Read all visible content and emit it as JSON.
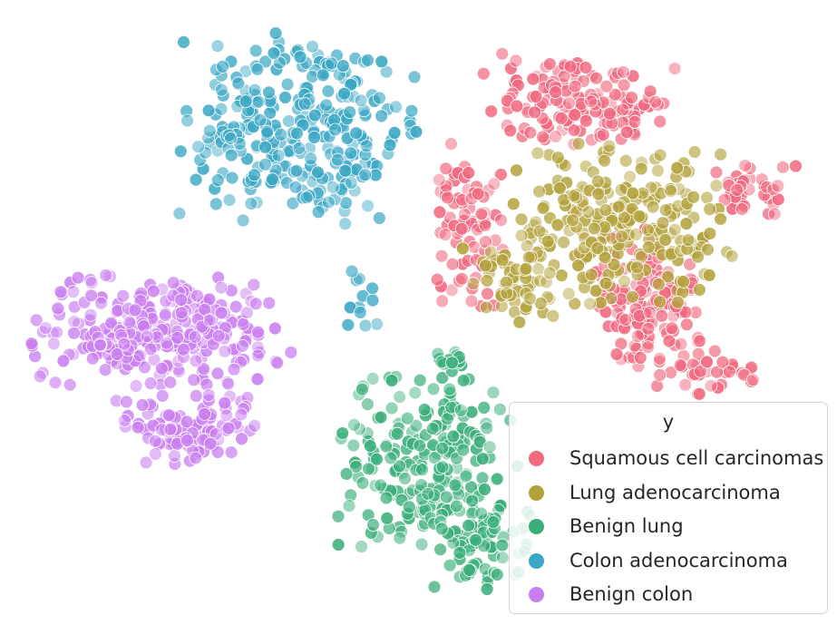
{
  "chart_data": {
    "type": "scatter",
    "title": "",
    "xlabel": "",
    "ylabel": "",
    "axes_visible": false,
    "grid": false,
    "legend": {
      "title": "y",
      "placement": "bottom-right"
    },
    "series": [
      {
        "name": "Squamous cell carcinomas",
        "color": "#f0697f",
        "clusters": [
          {
            "center": [
              640,
              110
            ],
            "spread": [
              95,
              45
            ],
            "count": 150
          },
          {
            "center": [
              515,
              250
            ],
            "spread": [
              35,
              80
            ],
            "count": 80
          },
          {
            "center": [
              710,
              330
            ],
            "spread": [
              55,
              70
            ],
            "count": 140
          },
          {
            "center": [
              830,
              210
            ],
            "spread": [
              45,
              25
            ],
            "count": 40
          },
          {
            "center": [
              780,
              410
            ],
            "spread": [
              50,
              25
            ],
            "count": 35
          }
        ]
      },
      {
        "name": "Lung adenocarcinoma",
        "color": "#b3a23c",
        "clusters": [
          {
            "center": [
              680,
              250
            ],
            "spread": [
              120,
              85
            ],
            "count": 260
          },
          {
            "center": [
              560,
              310
            ],
            "spread": [
              45,
              40
            ],
            "count": 50
          }
        ]
      },
      {
        "name": "Benign lung",
        "color": "#3aae7a",
        "clusters": [
          {
            "center": [
              470,
              510
            ],
            "spread": [
              85,
              85
            ],
            "count": 220
          },
          {
            "center": [
              530,
              600
            ],
            "spread": [
              50,
              45
            ],
            "count": 70
          },
          {
            "center": [
              495,
              398
            ],
            "spread": [
              15,
              12
            ],
            "count": 18
          }
        ]
      },
      {
        "name": "Colon adenocarcinoma",
        "color": "#3aa7c4",
        "clusters": [
          {
            "center": [
              330,
              140
            ],
            "spread": [
              115,
              95
            ],
            "count": 300
          },
          {
            "center": [
              400,
              330
            ],
            "spread": [
              18,
              35
            ],
            "count": 12
          }
        ]
      },
      {
        "name": "Benign colon",
        "color": "#c97ef0",
        "clusters": [
          {
            "center": [
              175,
              365
            ],
            "spread": [
              125,
              55
            ],
            "count": 280
          },
          {
            "center": [
              210,
              470
            ],
            "spread": [
              75,
              40
            ],
            "count": 100
          }
        ]
      }
    ]
  }
}
